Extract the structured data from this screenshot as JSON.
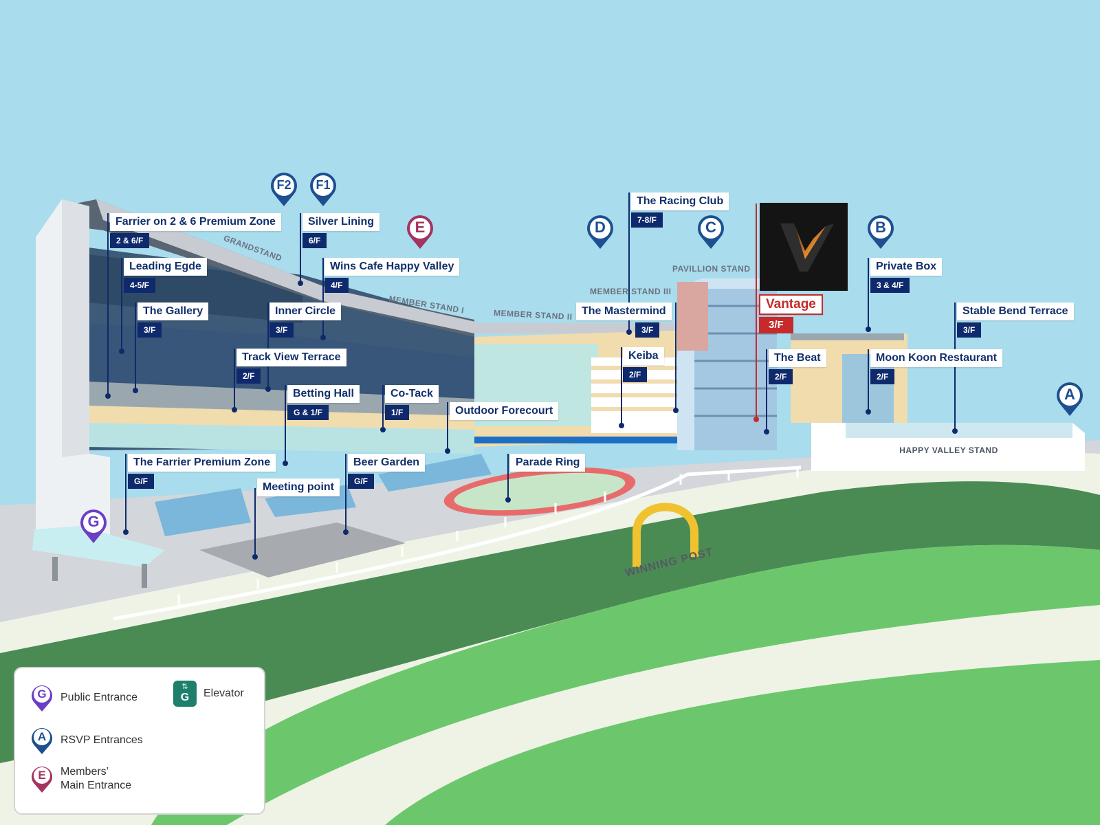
{
  "venues": [
    {
      "name": "Farrier on 2 & 6 Premium Zone",
      "floor": "2 & 6/F"
    },
    {
      "name": "Leading Egde",
      "floor": "4-5/F"
    },
    {
      "name": "The Gallery",
      "floor": "3/F"
    },
    {
      "name": "Silver Lining",
      "floor": "6/F"
    },
    {
      "name": "Wins Cafe Happy Valley",
      "floor": "4/F"
    },
    {
      "name": "Inner Circle",
      "floor": "3/F"
    },
    {
      "name": "Track View Terrace",
      "floor": "2/F"
    },
    {
      "name": "Betting Hall",
      "floor": "G & 1/F"
    },
    {
      "name": "Co-Tack",
      "floor": "1/F"
    },
    {
      "name": "Outdoor Forecourt",
      "floor": ""
    },
    {
      "name": "The Farrier Premium Zone",
      "floor": "G/F"
    },
    {
      "name": "Meeting point",
      "floor": ""
    },
    {
      "name": "Beer Garden",
      "floor": "G/F"
    },
    {
      "name": "Parade Ring",
      "floor": ""
    },
    {
      "name": "The Racing Club",
      "floor": "7-8/F"
    },
    {
      "name": "The Mastermind",
      "floor": "3/F"
    },
    {
      "name": "Keiba",
      "floor": "2/F"
    },
    {
      "name": "Vantage",
      "floor": "3/F",
      "highlight": true
    },
    {
      "name": "The Beat",
      "floor": "2/F"
    },
    {
      "name": "Private Box",
      "floor": "3 & 4/F"
    },
    {
      "name": "Moon Koon Restaurant",
      "floor": "2/F"
    },
    {
      "name": "Stable Bend Terrace",
      "floor": "3/F"
    }
  ],
  "stands": [
    "GRANDSTAND",
    "MEMBER STAND I",
    "MEMBER STAND II",
    "MEMBER STAND III",
    "PAVILLION STAND",
    "HAPPY VALLEY STAND"
  ],
  "landmarks": {
    "winning_post": "WINNING POST"
  },
  "pins": [
    {
      "label": "F2",
      "type": "rsvp"
    },
    {
      "label": "F1",
      "type": "rsvp"
    },
    {
      "label": "E",
      "type": "members"
    },
    {
      "label": "D",
      "type": "rsvp"
    },
    {
      "label": "C",
      "type": "rsvp"
    },
    {
      "label": "B",
      "type": "rsvp"
    },
    {
      "label": "A",
      "type": "rsvp"
    },
    {
      "label": "G",
      "type": "public"
    }
  ],
  "legend": {
    "public": {
      "label": "Public Entrance",
      "icon": "G"
    },
    "rsvp": {
      "label": "RSVP Entrances",
      "icon": "A"
    },
    "members": {
      "label": "Members’\nMain Entrance",
      "icon": "E"
    },
    "elevator": {
      "label": "Elevator",
      "icon": "G"
    }
  },
  "colors": {
    "sky": "#a9dcec",
    "navy": "#0f2a6c",
    "rsvp_pin": "#1d4f91",
    "public_pin": "#6b3fc4",
    "members_pin": "#a2345f",
    "highlight": "#c62a2a",
    "grass": "#4a8b54",
    "elevator": "#1e7f6b"
  }
}
